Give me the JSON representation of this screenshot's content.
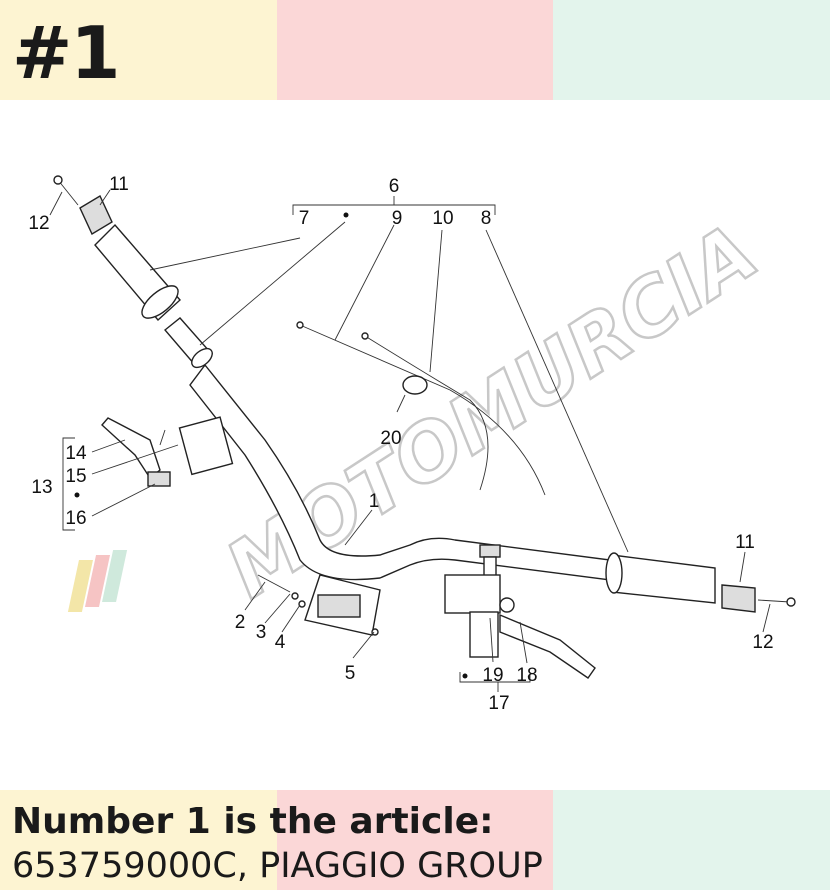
{
  "header": {
    "title": "#1"
  },
  "footer": {
    "line1": "Number 1 is the article:",
    "line2": "653759000C, PIAGGIO GROUP"
  },
  "colors": {
    "band_yellow": "#fdf4d2",
    "band_pink": "#fbd7d7",
    "band_mint": "#e3f4ec"
  },
  "watermark": {
    "text": "MOTOMURCIA"
  },
  "diagram": {
    "part_labels": [
      "1",
      "2",
      "3",
      "4",
      "5",
      "6",
      "7",
      "8",
      "9",
      "10",
      "11",
      "11",
      "12",
      "12",
      "13",
      "14",
      "15",
      "16",
      "17",
      "18",
      "19",
      "20"
    ]
  }
}
